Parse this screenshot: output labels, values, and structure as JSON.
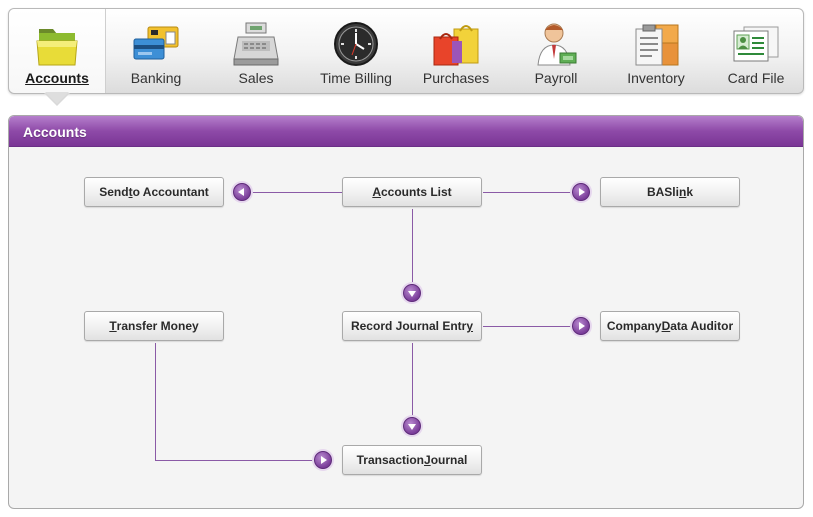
{
  "modules": [
    {
      "id": "accounts",
      "label": "Accounts",
      "icon": "folder-icon",
      "active": true
    },
    {
      "id": "banking",
      "label": "Banking",
      "icon": "bank-cards-icon",
      "active": false
    },
    {
      "id": "sales",
      "label": "Sales",
      "icon": "cash-register-icon",
      "active": false
    },
    {
      "id": "time-billing",
      "label": "Time Billing",
      "icon": "clock-icon",
      "active": false
    },
    {
      "id": "purchases",
      "label": "Purchases",
      "icon": "shopping-bags-icon",
      "active": false
    },
    {
      "id": "payroll",
      "label": "Payroll",
      "icon": "employee-icon",
      "active": false
    },
    {
      "id": "inventory",
      "label": "Inventory",
      "icon": "clipboard-boxes-icon",
      "active": false
    },
    {
      "id": "card-file",
      "label": "Card File",
      "icon": "contact-card-icon",
      "active": false
    }
  ],
  "panel": {
    "title": "Accounts"
  },
  "buttons": {
    "send_to_accountant": {
      "pre": "Send ",
      "key": "t",
      "post": "o Accountant"
    },
    "accounts_list": {
      "pre": "",
      "key": "A",
      "post": "ccounts List"
    },
    "baslink": {
      "pre": "BASli",
      "key": "n",
      "post": "k"
    },
    "transfer_money": {
      "pre": "",
      "key": "T",
      "post": "ransfer Money"
    },
    "record_journal_entry": {
      "pre": "Record Journal Entr",
      "key": "y",
      "post": ""
    },
    "company_data_auditor": {
      "pre": "Company ",
      "key": "D",
      "post": "ata Auditor"
    },
    "transaction_journal": {
      "pre": "Transaction ",
      "key": "J",
      "post": "ournal"
    }
  },
  "colors": {
    "accent": "#8e4aa8",
    "arrow": "#7a3d99"
  }
}
